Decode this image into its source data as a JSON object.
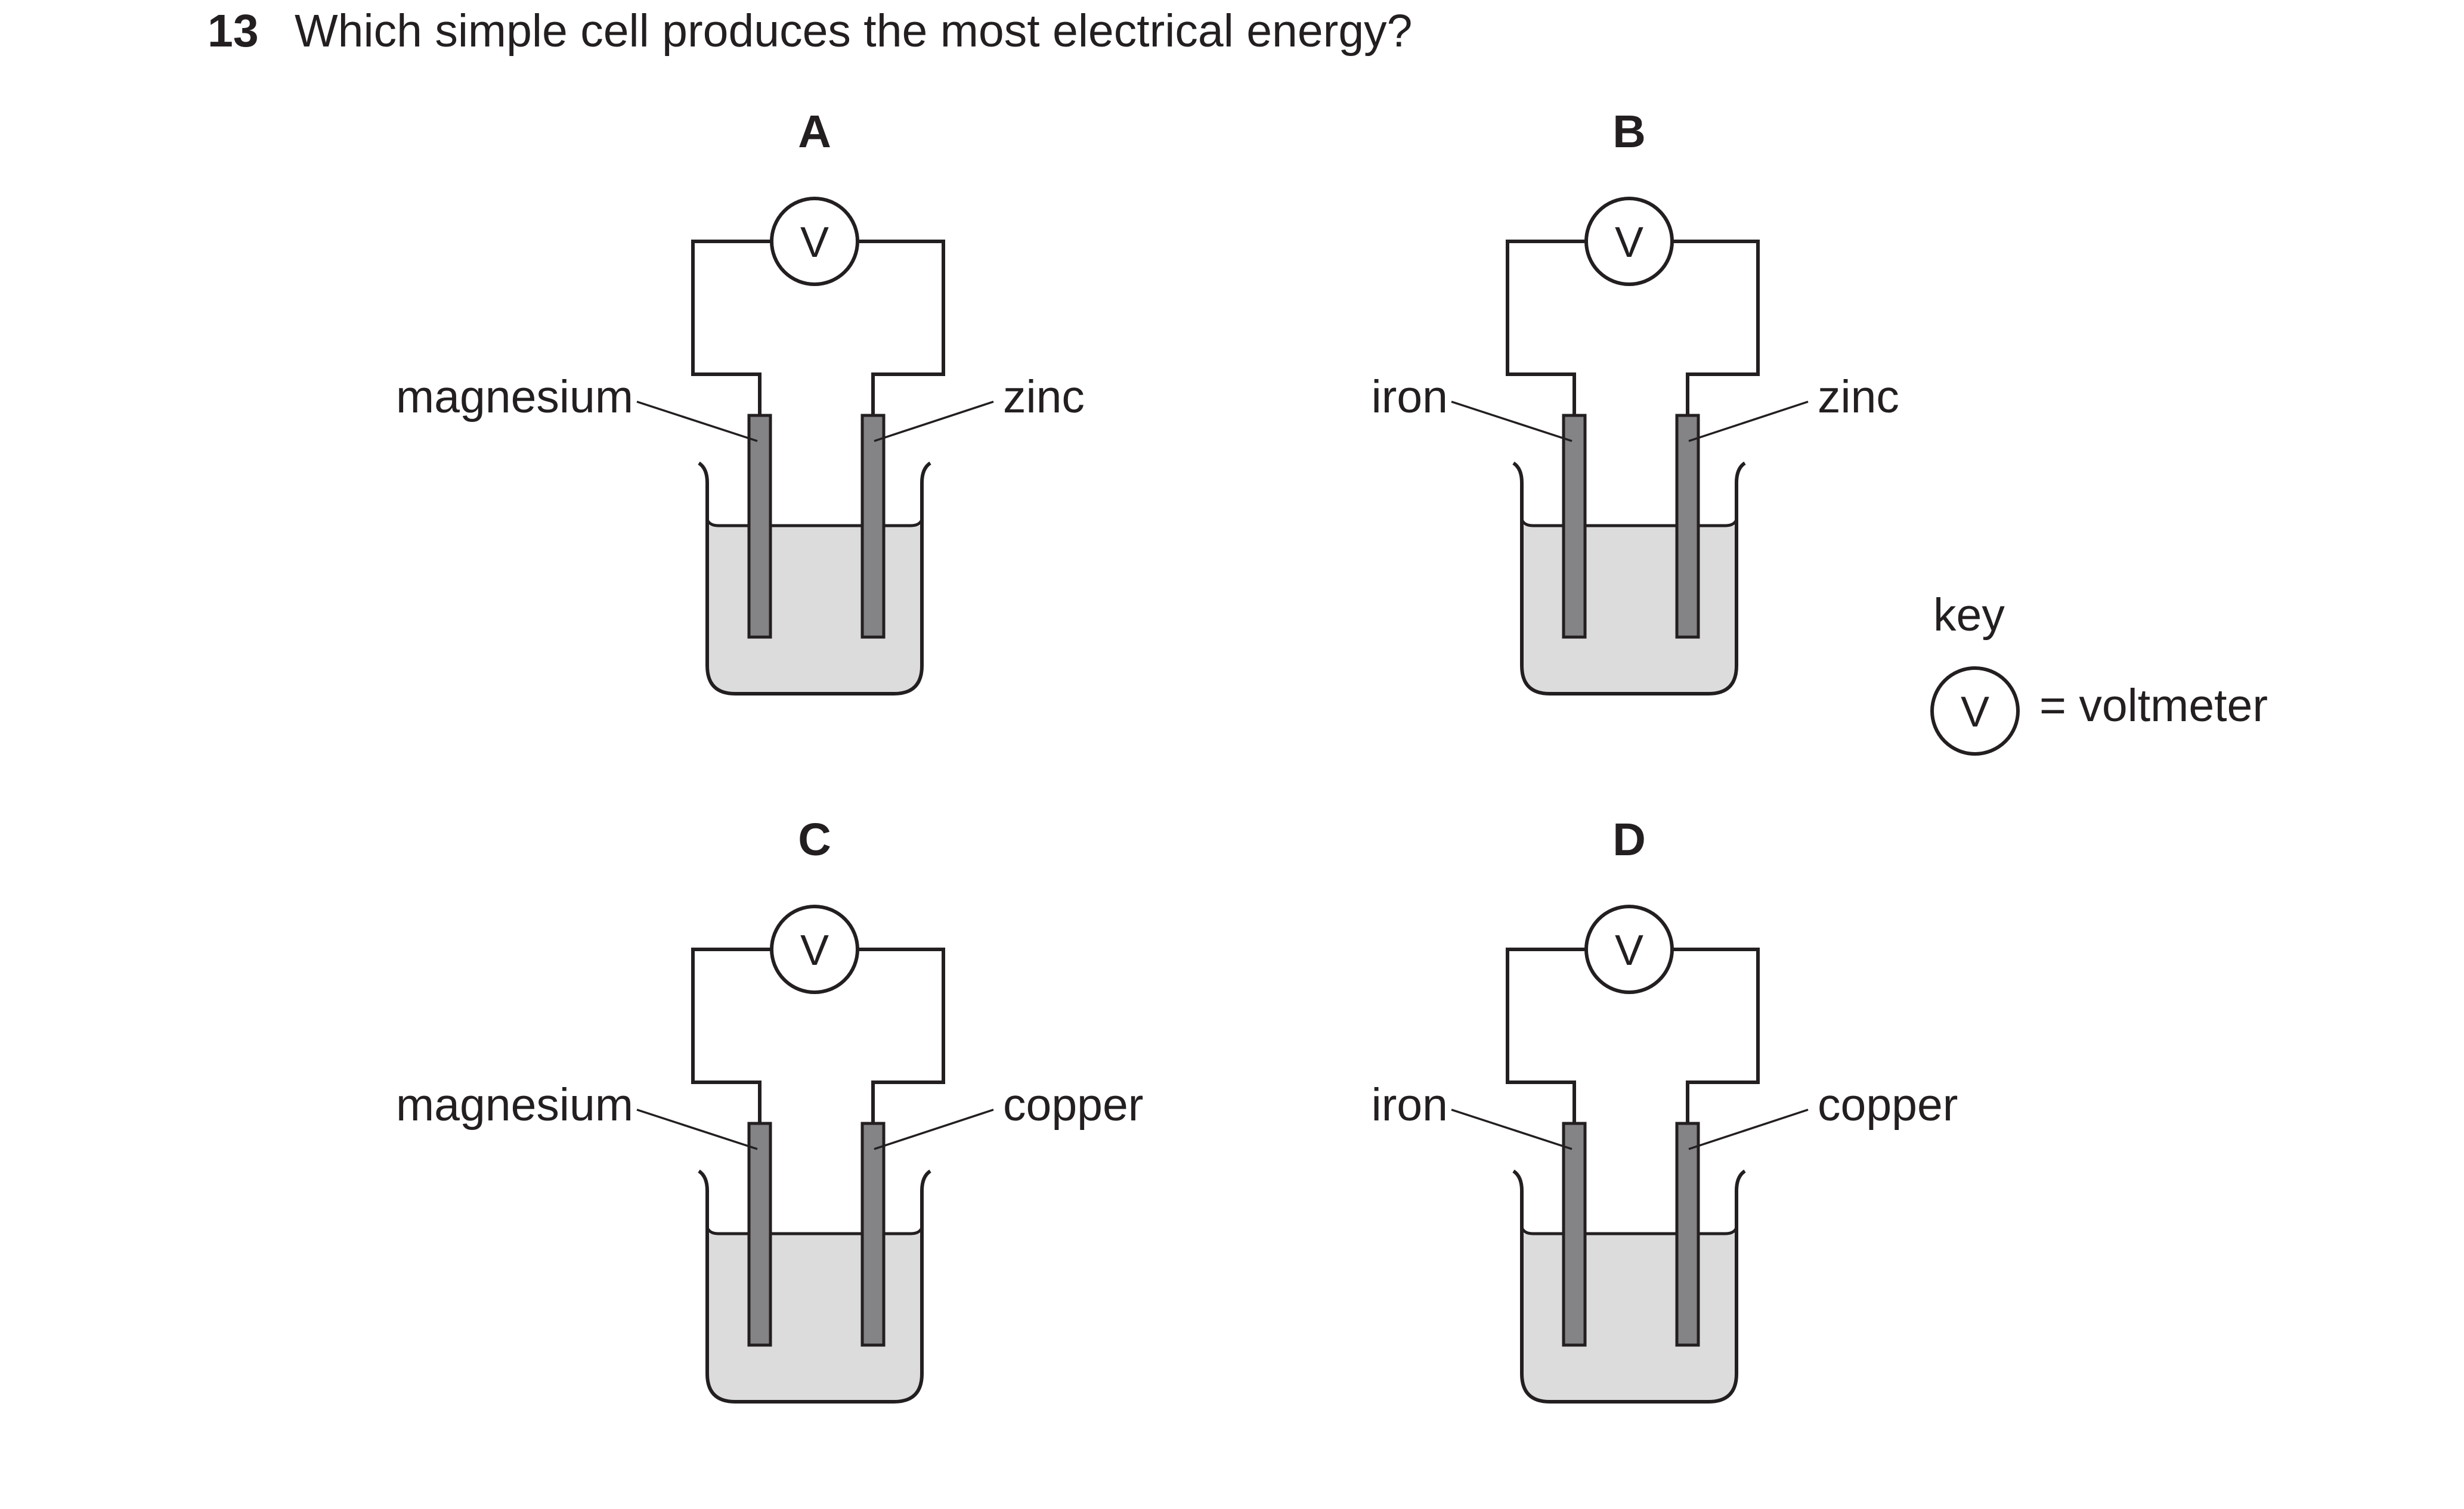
{
  "question": {
    "number": "13",
    "text": "Which simple cell produces the most electrical energy?"
  },
  "voltmeter_symbol": "V",
  "cells": [
    {
      "option": "A",
      "left_electrode": "magnesium",
      "right_electrode": "zinc"
    },
    {
      "option": "B",
      "left_electrode": "iron",
      "right_electrode": "zinc"
    },
    {
      "option": "C",
      "left_electrode": "magnesium",
      "right_electrode": "copper"
    },
    {
      "option": "D",
      "left_electrode": "iron",
      "right_electrode": "copper"
    }
  ],
  "key": {
    "title": "key",
    "symbol": "V",
    "meaning": "= voltmeter"
  },
  "colors": {
    "ink": "#231f20",
    "electrode": "#848385",
    "solution": "#dcdcdd"
  }
}
